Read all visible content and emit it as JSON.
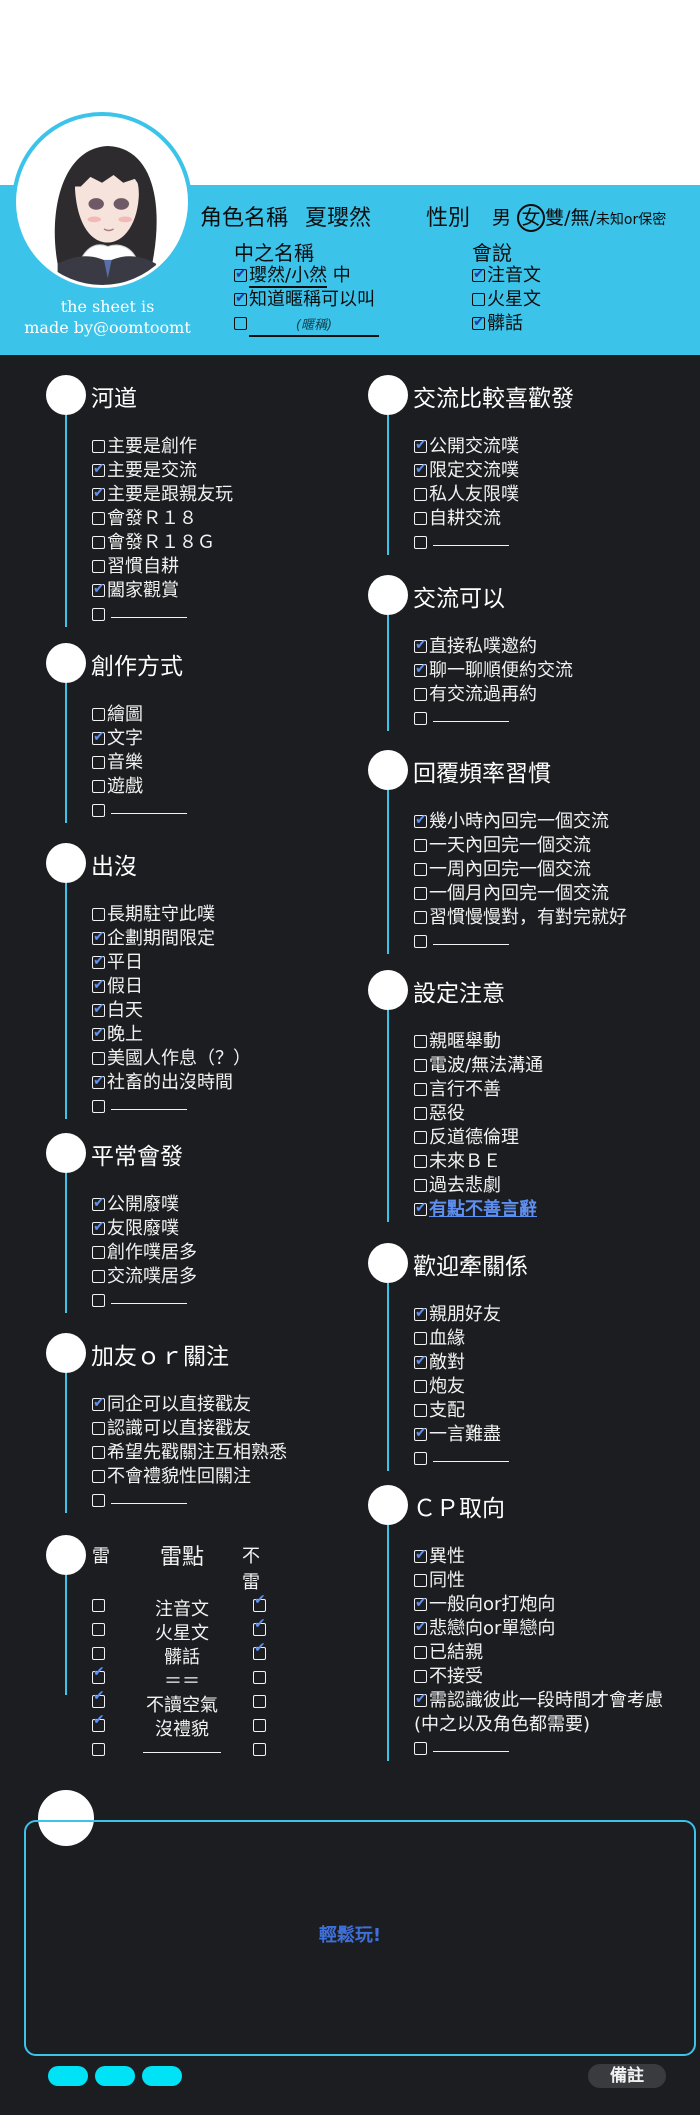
{
  "header": {
    "role_name_label": "角色名稱",
    "role_name_value": "夏瓔然",
    "gender_label": "性別",
    "gender_male": "男",
    "gender_female": "女",
    "gender_rest": "雙/無/",
    "gender_unknown": "未知or保密",
    "nickname_title": "中之名稱",
    "nickname_items": [
      {
        "text": "瓔然/小然",
        "suffix": " 中",
        "checked": true
      },
      {
        "text": "知道暱稱可以叫",
        "checked": true
      },
      {
        "text": "(暱稱)",
        "checked": false
      }
    ],
    "lang_title": "會說",
    "lang_items": [
      {
        "text": "注音文",
        "checked": true
      },
      {
        "text": "火星文",
        "checked": false
      },
      {
        "text": "髒話",
        "checked": true
      }
    ],
    "credit_line1": "the sheet is",
    "credit_line2": "made by@oomtoomt"
  },
  "left": [
    {
      "title": "河道",
      "items": [
        {
          "text": "主要是創作",
          "checked": false
        },
        {
          "text": "主要是交流",
          "checked": true
        },
        {
          "text": "主要是跟親友玩",
          "checked": true
        },
        {
          "text": "會發Ｒ１８",
          "checked": false
        },
        {
          "text": "會發Ｒ１８Ｇ",
          "checked": false
        },
        {
          "text": "習慣自耕",
          "checked": false
        },
        {
          "text": "闔家觀賞",
          "checked": true
        },
        {
          "text": "",
          "checked": false,
          "blank": true
        }
      ]
    },
    {
      "title": "創作方式",
      "items": [
        {
          "text": "繪圖",
          "checked": false
        },
        {
          "text": "文字",
          "checked": true
        },
        {
          "text": "音樂",
          "checked": false
        },
        {
          "text": "遊戲",
          "checked": false
        },
        {
          "text": "",
          "checked": false,
          "blank": true
        }
      ]
    },
    {
      "title": "出沒",
      "items": [
        {
          "text": "長期駐守此噗",
          "checked": false
        },
        {
          "text": "企劃期間限定",
          "checked": true
        },
        {
          "text": "平日",
          "checked": true
        },
        {
          "text": "假日",
          "checked": true
        },
        {
          "text": "白天",
          "checked": true
        },
        {
          "text": "晚上",
          "checked": true
        },
        {
          "text": "美國人作息（？）",
          "checked": false
        },
        {
          "text": "社畜的出沒時間",
          "checked": true
        },
        {
          "text": "",
          "checked": false,
          "blank": true
        }
      ]
    },
    {
      "title": "平常會發",
      "items": [
        {
          "text": "公開廢噗",
          "checked": true
        },
        {
          "text": "友限廢噗",
          "checked": true
        },
        {
          "text": "創作噗居多",
          "checked": false
        },
        {
          "text": "交流噗居多",
          "checked": false
        },
        {
          "text": "",
          "checked": false,
          "blank": true
        }
      ]
    },
    {
      "title": "加友ｏｒ關注",
      "items": [
        {
          "text": "同企可以直接戳友",
          "checked": true
        },
        {
          "text": "認識可以直接戳友",
          "checked": false
        },
        {
          "text": "希望先戳關注互相熟悉",
          "checked": false
        },
        {
          "text": "不會禮貌性回關注",
          "checked": false
        },
        {
          "text": "",
          "checked": false,
          "blank": true
        }
      ]
    }
  ],
  "lei": {
    "label_lei": "雷",
    "label_points": "雷點",
    "label_notlei": "不雷",
    "rows": [
      {
        "text": "注音文",
        "lei": false,
        "notlei": true
      },
      {
        "text": "火星文",
        "lei": false,
        "notlei": true
      },
      {
        "text": "髒話",
        "lei": false,
        "notlei": true
      },
      {
        "text": "＝＝",
        "lei": true,
        "notlei": false
      },
      {
        "text": "不讀空氣",
        "lei": true,
        "notlei": false
      },
      {
        "text": "沒禮貌",
        "lei": true,
        "notlei": false
      },
      {
        "text": "",
        "lei": false,
        "notlei": false,
        "blank": true
      }
    ]
  },
  "right": [
    {
      "title": "交流比較喜歡發",
      "items": [
        {
          "text": "公開交流噗",
          "checked": true
        },
        {
          "text": "限定交流噗",
          "checked": true
        },
        {
          "text": "私人友限噗",
          "checked": false
        },
        {
          "text": "自耕交流",
          "checked": false
        },
        {
          "text": "",
          "checked": false,
          "blank": true
        }
      ]
    },
    {
      "title": "交流可以",
      "items": [
        {
          "text": "直接私噗邀約",
          "checked": true
        },
        {
          "text": "聊一聊順便約交流",
          "checked": true
        },
        {
          "text": "有交流過再約",
          "checked": false
        },
        {
          "text": "",
          "checked": false,
          "blank": true
        }
      ]
    },
    {
      "title": "回覆頻率習慣",
      "items": [
        {
          "text": "幾小時內回完一個交流",
          "checked": true
        },
        {
          "text": "一天內回完一個交流",
          "checked": false
        },
        {
          "text": "一周內回完一個交流",
          "checked": false
        },
        {
          "text": "一個月內回完一個交流",
          "checked": false
        },
        {
          "text": "習慣慢慢對，有對完就好",
          "checked": false
        },
        {
          "text": "",
          "checked": false,
          "blank": true
        }
      ]
    },
    {
      "title": "設定注意",
      "items": [
        {
          "text": "親暱舉動",
          "checked": false
        },
        {
          "text": "電波/無法溝通",
          "checked": false
        },
        {
          "text": "言行不善",
          "checked": false
        },
        {
          "text": "惡役",
          "checked": false
        },
        {
          "text": "反道德倫理",
          "checked": false
        },
        {
          "text": "未來ＢＥ",
          "checked": false
        },
        {
          "text": "過去悲劇",
          "checked": false
        },
        {
          "text": "有點不善言辭",
          "checked": true,
          "highlight": true
        }
      ]
    },
    {
      "title": "歡迎牽關係",
      "items": [
        {
          "text": "親朋好友",
          "checked": true
        },
        {
          "text": "血緣",
          "checked": false
        },
        {
          "text": "敵對",
          "checked": true
        },
        {
          "text": "炮友",
          "checked": false
        },
        {
          "text": "支配",
          "checked": false
        },
        {
          "text": "一言難盡",
          "checked": true
        },
        {
          "text": "",
          "checked": false,
          "blank": true
        }
      ]
    },
    {
      "title": "ＣＰ取向",
      "items": [
        {
          "text": "異性",
          "checked": true
        },
        {
          "text": "同性",
          "checked": false
        },
        {
          "text": "一般向or打炮向",
          "checked": true
        },
        {
          "text": "悲戀向or單戀向",
          "checked": true
        },
        {
          "text": "已結親",
          "checked": false
        },
        {
          "text": "不接受",
          "checked": false
        },
        {
          "text": "需認識彼此一段時間才會考慮",
          "checked": true
        },
        {
          "text": "(中之以及角色都需要)",
          "checked": false,
          "nobox": true
        },
        {
          "text": "",
          "checked": false,
          "blank": true
        }
      ]
    }
  ],
  "notes": {
    "text": "輕鬆玩!",
    "memo_label": "備註"
  },
  "colors": {
    "accent": "#3bc3ea",
    "background": "#1c1d20",
    "check": "#5d8ef0",
    "pill": "#00e3f6"
  }
}
